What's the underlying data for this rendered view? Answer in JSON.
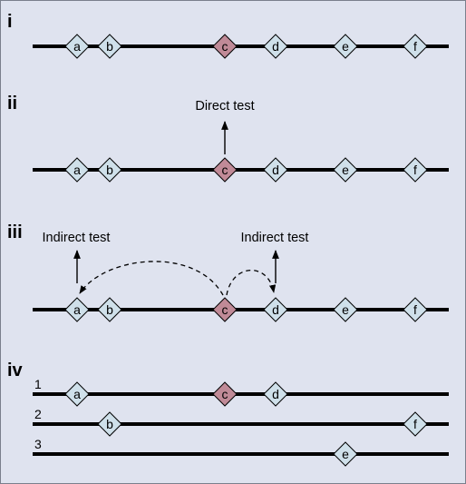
{
  "colors": {
    "background": "#dfe3ef",
    "marker_normal": "#cfe0ea",
    "marker_causal": "#c08a97",
    "line": "#000000"
  },
  "panels": {
    "i": {
      "label": "i",
      "markers": [
        "a",
        "b",
        "c",
        "d",
        "e",
        "f"
      ]
    },
    "ii": {
      "label": "ii",
      "annotation": "Direct test",
      "markers": [
        "a",
        "b",
        "c",
        "d",
        "e",
        "f"
      ]
    },
    "iii": {
      "label": "iii",
      "annotation_left": "Indirect test",
      "annotation_right": "Indirect test",
      "markers": [
        "a",
        "b",
        "c",
        "d",
        "e",
        "f"
      ]
    },
    "iv": {
      "label": "iv",
      "rows": [
        {
          "number": "1",
          "markers": [
            "a",
            "c",
            "d"
          ]
        },
        {
          "number": "2",
          "markers": [
            "b",
            "f"
          ]
        },
        {
          "number": "3",
          "markers": [
            "e"
          ]
        }
      ]
    }
  },
  "causal_marker": "c"
}
